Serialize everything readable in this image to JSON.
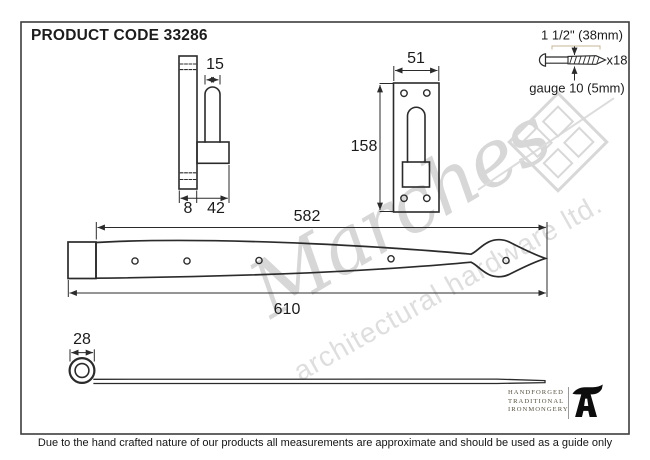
{
  "product_code": "PRODUCT CODE 33286",
  "watermark": {
    "script": "Marches",
    "subtitle": "architectural hardware ltd."
  },
  "dimensions": {
    "pin_width": "15",
    "plate_thickness": "8",
    "pin_offset": "42",
    "plate_width": "51",
    "plate_height": "158",
    "strap_length": "582",
    "overall_length": "610",
    "eye_width": "28"
  },
  "screw": {
    "length": "1 1/2\" (38mm)",
    "quantity": "x18",
    "gauge": "gauge 10 (5mm)"
  },
  "logo": {
    "line1": "HANDFORGED",
    "line2": "TRADITIONAL",
    "line3": "IRONMONGERY"
  },
  "footer": "Due to the hand crafted nature of our products all measurements are approximate and should be used as a guide only",
  "colors": {
    "line": "#2b2b2b",
    "watermark": "#d8d8d8",
    "logo_black": "#0d0d0d"
  }
}
